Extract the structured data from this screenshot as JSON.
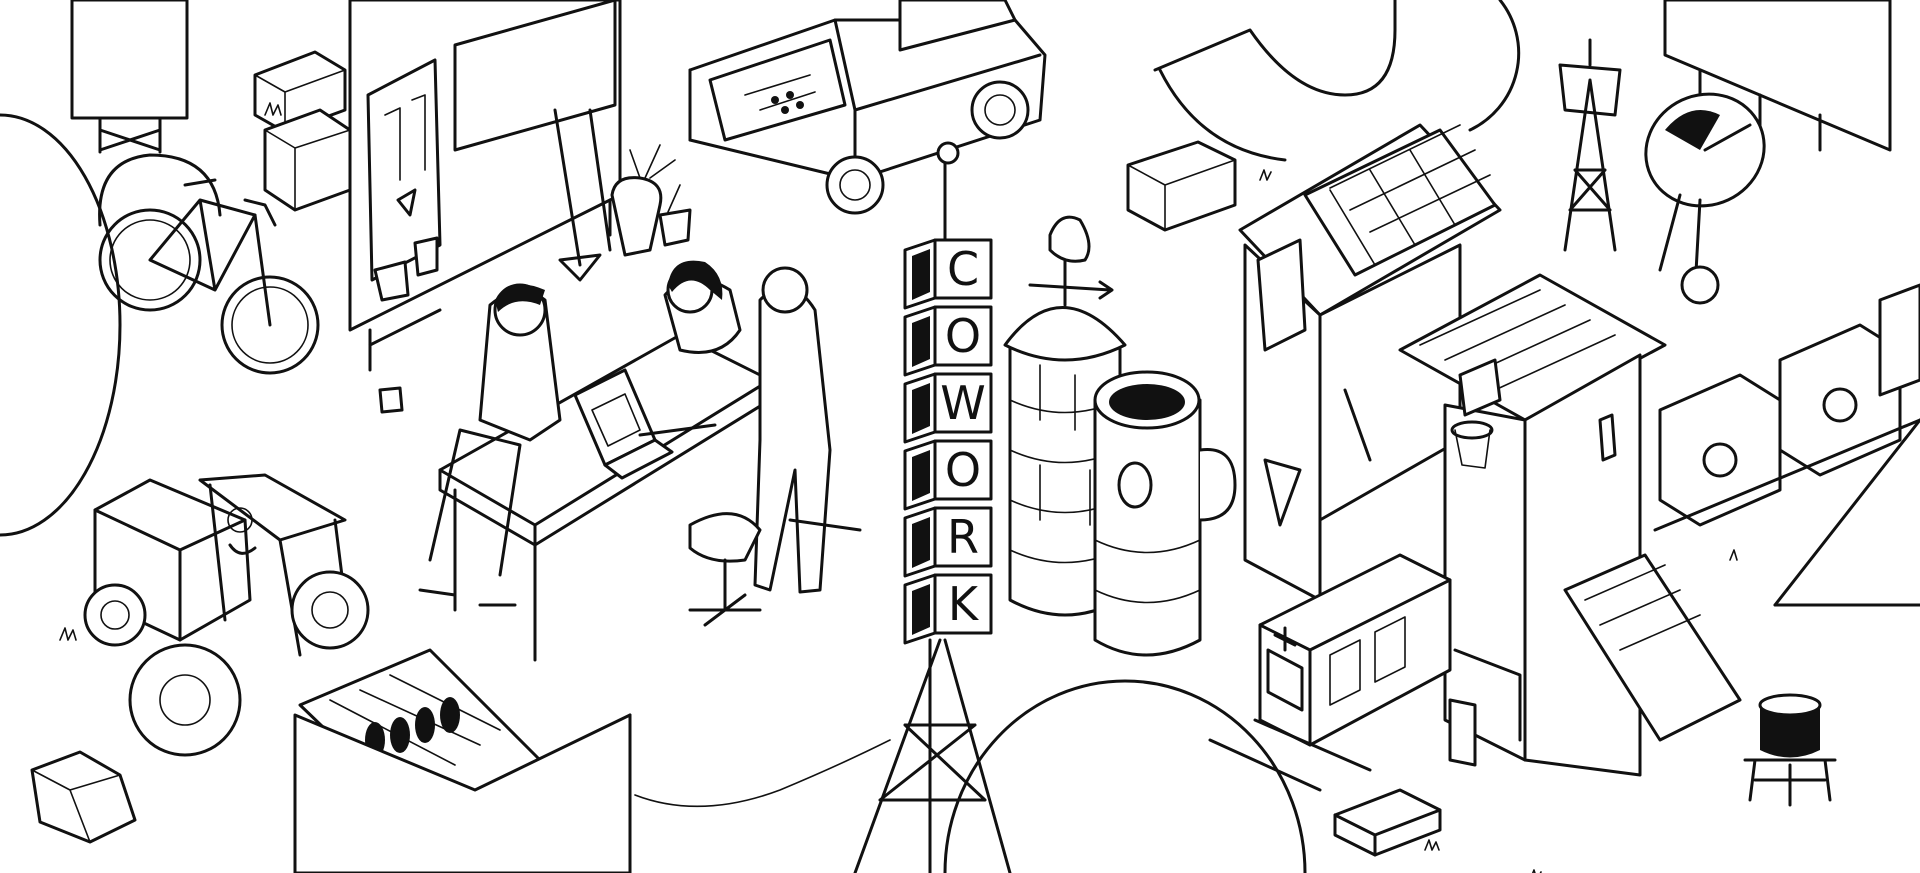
{
  "illustration": {
    "style": "black-and-white isometric line art",
    "ink_color": "#111111",
    "paper_color": "#ffffff"
  },
  "sign": {
    "letters": [
      "C",
      "O",
      "W",
      "O",
      "R",
      "K"
    ]
  }
}
